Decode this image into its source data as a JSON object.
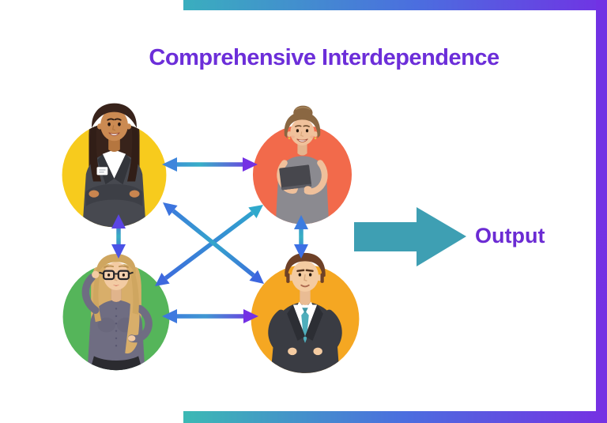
{
  "page": {
    "title": "Comprehensive Interdependence",
    "output_label": "Output"
  },
  "diagram": {
    "nodes": [
      {
        "id": "member-1",
        "label": "Businesswoman with crossed arms",
        "circle_color": "#F7CB1D",
        "position": "top-left"
      },
      {
        "id": "member-2",
        "label": "Woman holding a tablet",
        "circle_color": "#F26A4B",
        "position": "top-right"
      },
      {
        "id": "member-3",
        "label": "Woman with glasses",
        "circle_color": "#55B55A",
        "position": "bottom-left"
      },
      {
        "id": "member-4",
        "label": "Businessman with hands on hips",
        "circle_color": "#F5A722",
        "position": "bottom-right"
      }
    ],
    "connections": [
      {
        "from": "member-1",
        "to": "member-2",
        "style": "double-headed"
      },
      {
        "from": "member-1",
        "to": "member-3",
        "style": "double-headed"
      },
      {
        "from": "member-2",
        "to": "member-4",
        "style": "double-headed"
      },
      {
        "from": "member-3",
        "to": "member-4",
        "style": "double-headed"
      },
      {
        "from": "member-1",
        "to": "member-4",
        "style": "double-headed"
      },
      {
        "from": "member-3",
        "to": "member-2",
        "style": "double-headed"
      }
    ],
    "output_arrow_color": "#3E9FB3"
  },
  "colors": {
    "title_text": "#6C2ED9",
    "output_text": "#6B2BD3",
    "frame_teal": "#3AAEBE",
    "frame_purple": "#7132E4",
    "arrow_blue": "#3C74DE",
    "arrow_teal": "#34A5CC",
    "arrow_purple": "#7431E4"
  }
}
